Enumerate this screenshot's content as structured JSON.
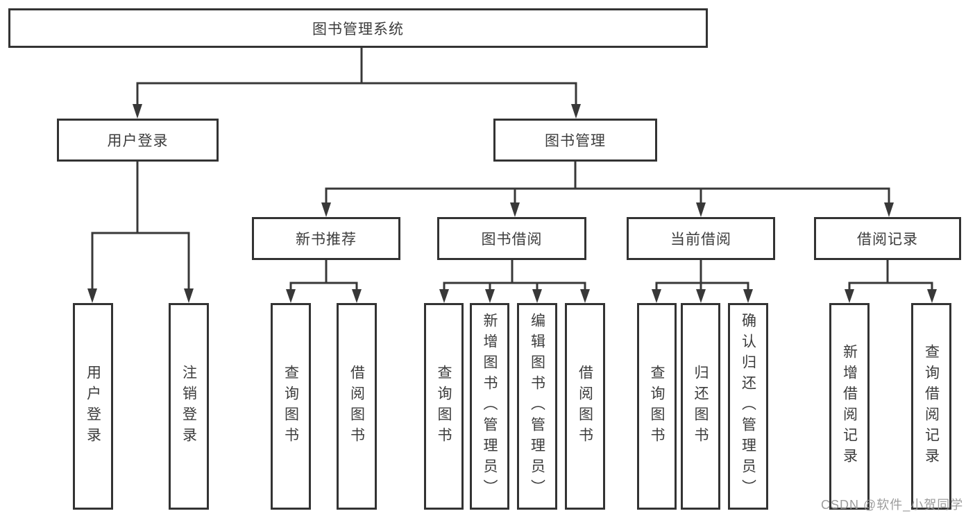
{
  "diagram": {
    "root": {
      "label": "图书管理系统"
    },
    "level2": [
      {
        "label": "用户登录"
      },
      {
        "label": "图书管理"
      }
    ],
    "level3": [
      {
        "label": "新书推荐"
      },
      {
        "label": "图书借阅"
      },
      {
        "label": "当前借阅"
      },
      {
        "label": "借阅记录"
      }
    ],
    "leaves": [
      {
        "label": "用户登录"
      },
      {
        "label": "注销登录"
      },
      {
        "label": "查询图书"
      },
      {
        "label": "借阅图书"
      },
      {
        "label": "查询图书"
      },
      {
        "label": "新增图书（管理员）"
      },
      {
        "label": "编辑图书（管理员）"
      },
      {
        "label": "借阅图书"
      },
      {
        "label": "查询图书"
      },
      {
        "label": "归还图书"
      },
      {
        "label": "确认归还（管理员）"
      },
      {
        "label": "新增借阅记录"
      },
      {
        "label": "查询借阅记录"
      }
    ]
  },
  "watermark": {
    "text": "CSDN @软件_小贺同学"
  },
  "colors": {
    "line": "#383838",
    "box_border": "#333333",
    "text": "#3c3c3c",
    "watermark": "#949494",
    "background": "#ffffff"
  }
}
